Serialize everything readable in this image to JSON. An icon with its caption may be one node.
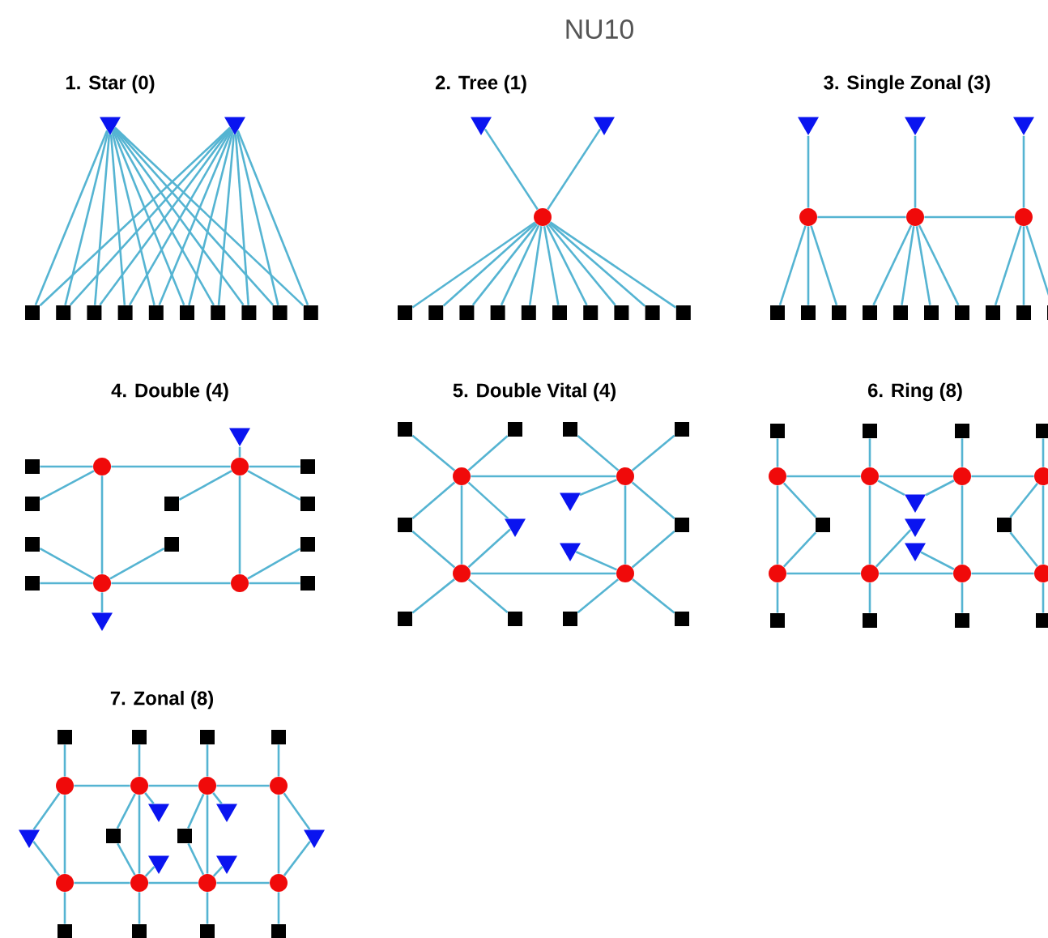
{
  "diagram": {
    "title": "NU10",
    "labels": [
      "1. Star (0)",
      "2. Tree (1)",
      "3. Single Zonal (3)",
      "4. Double (4)",
      "5. Double Vital (4)",
      "6. Ring (8)",
      "7. Zonal (8)"
    ],
    "nodes": [
      {
        "text": [],
        "shape": "triangle"
      },
      {
        "text": [],
        "shape": "triangle"
      },
      {
        "text": [],
        "shape": "square"
      },
      {
        "text": [],
        "shape": "square"
      },
      {
        "text": [],
        "shape": "square"
      },
      {
        "text": [],
        "shape": "square"
      },
      {
        "text": [],
        "shape": "square"
      },
      {
        "text": [],
        "shape": "square"
      },
      {
        "text": [],
        "shape": "square"
      },
      {
        "text": [],
        "shape": "square"
      },
      {
        "text": [],
        "shape": "square"
      },
      {
        "text": [],
        "shape": "square"
      },
      {
        "text": [],
        "shape": "triangle"
      },
      {
        "text": [],
        "shape": "triangle"
      },
      {
        "text": [],
        "shape": "circle"
      },
      {
        "text": [],
        "shape": "square"
      },
      {
        "text": [],
        "shape": "square"
      },
      {
        "text": [],
        "shape": "square"
      },
      {
        "text": [],
        "shape": "square"
      },
      {
        "text": [],
        "shape": "square"
      },
      {
        "text": [],
        "shape": "square"
      },
      {
        "text": [],
        "shape": "square"
      },
      {
        "text": [],
        "shape": "square"
      },
      {
        "text": [],
        "shape": "square"
      },
      {
        "text": [],
        "shape": "square"
      },
      {
        "text": [],
        "shape": "triangle"
      },
      {
        "text": [],
        "shape": "triangle"
      },
      {
        "text": [],
        "shape": "triangle"
      },
      {
        "text": [],
        "shape": "circle"
      },
      {
        "text": [],
        "shape": "circle"
      },
      {
        "text": [],
        "shape": "circle"
      },
      {
        "text": [],
        "shape": "square"
      },
      {
        "text": [],
        "shape": "square"
      },
      {
        "text": [],
        "shape": "square"
      },
      {
        "text": [],
        "shape": "square"
      },
      {
        "text": [],
        "shape": "square"
      },
      {
        "text": [],
        "shape": "square"
      },
      {
        "text": [],
        "shape": "square"
      },
      {
        "text": [],
        "shape": "square"
      },
      {
        "text": [],
        "shape": "square"
      },
      {
        "text": [],
        "shape": "square"
      },
      {
        "text": [],
        "shape": "triangle"
      },
      {
        "text": [],
        "shape": "square"
      },
      {
        "text": [],
        "shape": "circle"
      },
      {
        "text": [],
        "shape": "circle"
      },
      {
        "text": [],
        "shape": "square"
      },
      {
        "text": [],
        "shape": "square"
      },
      {
        "text": [],
        "shape": "square"
      },
      {
        "text": [],
        "shape": "square"
      },
      {
        "text": [],
        "shape": "square"
      },
      {
        "text": [],
        "shape": "square"
      },
      {
        "text": [],
        "shape": "square"
      },
      {
        "text": [],
        "shape": "square"
      },
      {
        "text": [],
        "shape": "circle"
      },
      {
        "text": [],
        "shape": "circle"
      },
      {
        "text": [],
        "shape": "square"
      },
      {
        "text": [],
        "shape": "triangle"
      },
      {
        "text": [],
        "shape": "square"
      },
      {
        "text": [],
        "shape": "square"
      },
      {
        "text": [],
        "shape": "square"
      },
      {
        "text": [],
        "shape": "square"
      },
      {
        "text": [],
        "shape": "circle"
      },
      {
        "text": [],
        "shape": "circle"
      },
      {
        "text": [],
        "shape": "triangle"
      },
      {
        "text": [],
        "shape": "square"
      },
      {
        "text": [],
        "shape": "triangle"
      },
      {
        "text": [],
        "shape": "square"
      },
      {
        "text": [],
        "shape": "triangle"
      },
      {
        "text": [],
        "shape": "circle"
      },
      {
        "text": [],
        "shape": "circle"
      },
      {
        "text": [],
        "shape": "square"
      },
      {
        "text": [],
        "shape": "square"
      },
      {
        "text": [],
        "shape": "square"
      },
      {
        "text": [],
        "shape": "square"
      },
      {
        "text": [],
        "shape": "square"
      },
      {
        "text": [],
        "shape": "square"
      },
      {
        "text": [],
        "shape": "square"
      },
      {
        "text": [],
        "shape": "square"
      },
      {
        "text": [],
        "shape": "circle"
      },
      {
        "text": [],
        "shape": "circle"
      },
      {
        "text": [],
        "shape": "circle"
      },
      {
        "text": [],
        "shape": "circle"
      },
      {
        "text": [],
        "shape": "triangle"
      },
      {
        "text": [],
        "shape": "square"
      },
      {
        "text": [],
        "shape": "triangle"
      },
      {
        "text": [],
        "shape": "square"
      },
      {
        "text": [],
        "shape": "triangle"
      },
      {
        "text": [],
        "shape": "circle"
      },
      {
        "text": [],
        "shape": "circle"
      },
      {
        "text": [],
        "shape": "circle"
      },
      {
        "text": [],
        "shape": "circle"
      },
      {
        "text": [],
        "shape": "square"
      },
      {
        "text": [],
        "shape": "square"
      },
      {
        "text": [],
        "shape": "square"
      },
      {
        "text": [],
        "shape": "square"
      },
      {
        "text": [],
        "shape": "square"
      },
      {
        "text": [],
        "shape": "square"
      },
      {
        "text": [],
        "shape": "square"
      },
      {
        "text": [],
        "shape": "square"
      },
      {
        "text": [],
        "shape": "circle"
      },
      {
        "text": [],
        "shape": "circle"
      },
      {
        "text": [],
        "shape": "circle"
      },
      {
        "text": [],
        "shape": "circle"
      },
      {
        "text": [],
        "shape": "triangle"
      },
      {
        "text": [],
        "shape": "triangle"
      },
      {
        "text": [],
        "shape": "triangle"
      },
      {
        "text": [],
        "shape": "square"
      },
      {
        "text": [],
        "shape": "square"
      },
      {
        "text": [],
        "shape": "triangle"
      },
      {
        "text": [],
        "shape": "triangle"
      },
      {
        "text": [],
        "shape": "triangle"
      },
      {
        "text": [],
        "shape": "circle"
      },
      {
        "text": [],
        "shape": "circle"
      },
      {
        "text": [],
        "shape": "circle"
      },
      {
        "text": [],
        "shape": "circle"
      },
      {
        "text": [],
        "shape": "square"
      },
      {
        "text": [],
        "shape": "square"
      },
      {
        "text": [],
        "shape": "square"
      },
      {
        "text": [],
        "shape": "square"
      }
    ],
    "edges": [
      {
        "from": 0,
        "to": 2,
        "arrow": "none"
      },
      {
        "from": 0,
        "to": 3,
        "arrow": "none"
      },
      {
        "from": 0,
        "to": 4,
        "arrow": "none"
      },
      {
        "from": 0,
        "to": 5,
        "arrow": "none"
      },
      {
        "from": 0,
        "to": 6,
        "arrow": "none"
      },
      {
        "from": 0,
        "to": 7,
        "arrow": "none"
      },
      {
        "from": 0,
        "to": 8,
        "arrow": "none"
      },
      {
        "from": 0,
        "to": 9,
        "arrow": "none"
      },
      {
        "from": 0,
        "to": 10,
        "arrow": "none"
      },
      {
        "from": 0,
        "to": 11,
        "arrow": "none"
      },
      {
        "from": 1,
        "to": 2,
        "arrow": "none"
      },
      {
        "from": 1,
        "to": 3,
        "arrow": "none"
      },
      {
        "from": 1,
        "to": 4,
        "arrow": "none"
      },
      {
        "from": 1,
        "to": 5,
        "arrow": "none"
      },
      {
        "from": 1,
        "to": 6,
        "arrow": "none"
      },
      {
        "from": 1,
        "to": 7,
        "arrow": "none"
      },
      {
        "from": 1,
        "to": 8,
        "arrow": "none"
      },
      {
        "from": 1,
        "to": 9,
        "arrow": "none"
      },
      {
        "from": 1,
        "to": 10,
        "arrow": "none"
      },
      {
        "from": 1,
        "to": 11,
        "arrow": "none"
      },
      {
        "from": 12,
        "to": 14,
        "arrow": "none"
      },
      {
        "from": 13,
        "to": 14,
        "arrow": "none"
      },
      {
        "from": 14,
        "to": 15,
        "arrow": "none"
      },
      {
        "from": 14,
        "to": 16,
        "arrow": "none"
      },
      {
        "from": 14,
        "to": 17,
        "arrow": "none"
      },
      {
        "from": 14,
        "to": 18,
        "arrow": "none"
      },
      {
        "from": 14,
        "to": 19,
        "arrow": "none"
      },
      {
        "from": 14,
        "to": 20,
        "arrow": "none"
      },
      {
        "from": 14,
        "to": 21,
        "arrow": "none"
      },
      {
        "from": 14,
        "to": 22,
        "arrow": "none"
      },
      {
        "from": 14,
        "to": 23,
        "arrow": "none"
      },
      {
        "from": 14,
        "to": 24,
        "arrow": "none"
      },
      {
        "from": 25,
        "to": 28,
        "arrow": "none"
      },
      {
        "from": 26,
        "to": 29,
        "arrow": "none"
      },
      {
        "from": 27,
        "to": 30,
        "arrow": "none"
      },
      {
        "from": 28,
        "to": 29,
        "arrow": "none"
      },
      {
        "from": 29,
        "to": 30,
        "arrow": "none"
      },
      {
        "from": 28,
        "to": 31,
        "arrow": "none"
      },
      {
        "from": 28,
        "to": 32,
        "arrow": "none"
      },
      {
        "from": 28,
        "to": 33,
        "arrow": "none"
      },
      {
        "from": 29,
        "to": 34,
        "arrow": "none"
      },
      {
        "from": 29,
        "to": 35,
        "arrow": "none"
      },
      {
        "from": 29,
        "to": 36,
        "arrow": "none"
      },
      {
        "from": 29,
        "to": 37,
        "arrow": "none"
      },
      {
        "from": 30,
        "to": 38,
        "arrow": "none"
      },
      {
        "from": 30,
        "to": 39,
        "arrow": "none"
      },
      {
        "from": 30,
        "to": 40,
        "arrow": "none"
      },
      {
        "from": 42,
        "to": 43,
        "arrow": "none"
      },
      {
        "from": 46,
        "to": 43,
        "arrow": "none"
      },
      {
        "from": 49,
        "to": 53,
        "arrow": "none"
      },
      {
        "from": 52,
        "to": 53,
        "arrow": "none"
      },
      {
        "from": 43,
        "to": 44,
        "arrow": "none"
      },
      {
        "from": 43,
        "to": 53,
        "arrow": "none"
      },
      {
        "from": 53,
        "to": 50,
        "arrow": "none"
      },
      {
        "from": 53,
        "to": 54,
        "arrow": "none"
      },
      {
        "from": 47,
        "to": 44,
        "arrow": "none"
      },
      {
        "from": 44,
        "to": 45,
        "arrow": "none"
      },
      {
        "from": 44,
        "to": 48,
        "arrow": "none"
      },
      {
        "from": 44,
        "to": 54,
        "arrow": "none"
      },
      {
        "from": 54,
        "to": 51,
        "arrow": "none"
      },
      {
        "from": 54,
        "to": 55,
        "arrow": "none"
      },
      {
        "from": 41,
        "to": 44,
        "arrow": "none"
      },
      {
        "from": 53,
        "to": 56,
        "arrow": "none"
      },
      {
        "from": 57,
        "to": 61,
        "arrow": "none"
      },
      {
        "from": 58,
        "to": 61,
        "arrow": "none"
      },
      {
        "from": 61,
        "to": 64,
        "arrow": "none"
      },
      {
        "from": 61,
        "to": 62,
        "arrow": "none"
      },
      {
        "from": 61,
        "to": 68,
        "arrow": "none"
      },
      {
        "from": 61,
        "to": 65,
        "arrow": "none"
      },
      {
        "from": 68,
        "to": 65,
        "arrow": "none"
      },
      {
        "from": 68,
        "to": 64,
        "arrow": "none"
      },
      {
        "from": 68,
        "to": 70,
        "arrow": "none"
      },
      {
        "from": 68,
        "to": 71,
        "arrow": "none"
      },
      {
        "from": 68,
        "to": 69,
        "arrow": "none"
      },
      {
        "from": 59,
        "to": 62,
        "arrow": "none"
      },
      {
        "from": 60,
        "to": 62,
        "arrow": "none"
      },
      {
        "from": 62,
        "to": 63,
        "arrow": "none"
      },
      {
        "from": 62,
        "to": 66,
        "arrow": "none"
      },
      {
        "from": 62,
        "to": 69,
        "arrow": "none"
      },
      {
        "from": 69,
        "to": 67,
        "arrow": "none"
      },
      {
        "from": 69,
        "to": 66,
        "arrow": "none"
      },
      {
        "from": 69,
        "to": 72,
        "arrow": "none"
      },
      {
        "from": 69,
        "to": 73,
        "arrow": "none"
      },
      {
        "from": 74,
        "to": 78,
        "arrow": "none"
      },
      {
        "from": 75,
        "to": 79,
        "arrow": "none"
      },
      {
        "from": 76,
        "to": 80,
        "arrow": "none"
      },
      {
        "from": 77,
        "to": 81,
        "arrow": "none"
      },
      {
        "from": 78,
        "to": 79,
        "arrow": "none"
      },
      {
        "from": 79,
        "to": 80,
        "arrow": "none"
      },
      {
        "from": 80,
        "to": 81,
        "arrow": "none"
      },
      {
        "from": 78,
        "to": 87,
        "arrow": "none"
      },
      {
        "from": 79,
        "to": 88,
        "arrow": "none"
      },
      {
        "from": 80,
        "to": 89,
        "arrow": "none"
      },
      {
        "from": 81,
        "to": 90,
        "arrow": "none"
      },
      {
        "from": 78,
        "to": 83,
        "arrow": "none"
      },
      {
        "from": 87,
        "to": 83,
        "arrow": "none"
      },
      {
        "from": 79,
        "to": 82,
        "arrow": "none"
      },
      {
        "from": 80,
        "to": 82,
        "arrow": "none"
      },
      {
        "from": 88,
        "to": 84,
        "arrow": "none"
      },
      {
        "from": 89,
        "to": 86,
        "arrow": "none"
      },
      {
        "from": 85,
        "to": 81,
        "arrow": "none"
      },
      {
        "from": 85,
        "to": 90,
        "arrow": "none"
      },
      {
        "from": 87,
        "to": 88,
        "arrow": "none"
      },
      {
        "from": 88,
        "to": 89,
        "arrow": "none"
      },
      {
        "from": 89,
        "to": 90,
        "arrow": "none"
      },
      {
        "from": 87,
        "to": 91,
        "arrow": "none"
      },
      {
        "from": 88,
        "to": 92,
        "arrow": "none"
      },
      {
        "from": 89,
        "to": 93,
        "arrow": "none"
      },
      {
        "from": 90,
        "to": 94,
        "arrow": "none"
      },
      {
        "from": 95,
        "to": 99,
        "arrow": "none"
      },
      {
        "from": 96,
        "to": 100,
        "arrow": "none"
      },
      {
        "from": 97,
        "to": 101,
        "arrow": "none"
      },
      {
        "from": 98,
        "to": 102,
        "arrow": "none"
      },
      {
        "from": 99,
        "to": 100,
        "arrow": "none"
      },
      {
        "from": 100,
        "to": 101,
        "arrow": "none"
      },
      {
        "from": 101,
        "to": 102,
        "arrow": "none"
      },
      {
        "from": 111,
        "to": 112,
        "arrow": "none"
      },
      {
        "from": 112,
        "to": 113,
        "arrow": "none"
      },
      {
        "from": 113,
        "to": 114,
        "arrow": "none"
      },
      {
        "from": 99,
        "to": 111,
        "arrow": "none"
      },
      {
        "from": 100,
        "to": 112,
        "arrow": "none"
      },
      {
        "from": 101,
        "to": 113,
        "arrow": "none"
      },
      {
        "from": 102,
        "to": 114,
        "arrow": "none"
      },
      {
        "from": 105,
        "to": 99,
        "arrow": "none"
      },
      {
        "from": 105,
        "to": 111,
        "arrow": "none"
      },
      {
        "from": 108,
        "to": 102,
        "arrow": "none"
      },
      {
        "from": 108,
        "to": 114,
        "arrow": "none"
      },
      {
        "from": 106,
        "to": 100,
        "arrow": "none"
      },
      {
        "from": 106,
        "to": 112,
        "arrow": "none"
      },
      {
        "from": 103,
        "to": 100,
        "arrow": "none"
      },
      {
        "from": 109,
        "to": 112,
        "arrow": "none"
      },
      {
        "from": 107,
        "to": 101,
        "arrow": "none"
      },
      {
        "from": 107,
        "to": 113,
        "arrow": "none"
      },
      {
        "from": 104,
        "to": 101,
        "arrow": "none"
      },
      {
        "from": 110,
        "to": 113,
        "arrow": "none"
      },
      {
        "from": 111,
        "to": 115,
        "arrow": "none"
      },
      {
        "from": 112,
        "to": 116,
        "arrow": "none"
      },
      {
        "from": 113,
        "to": 117,
        "arrow": "none"
      },
      {
        "from": 114,
        "to": 118,
        "arrow": "none"
      }
    ]
  }
}
